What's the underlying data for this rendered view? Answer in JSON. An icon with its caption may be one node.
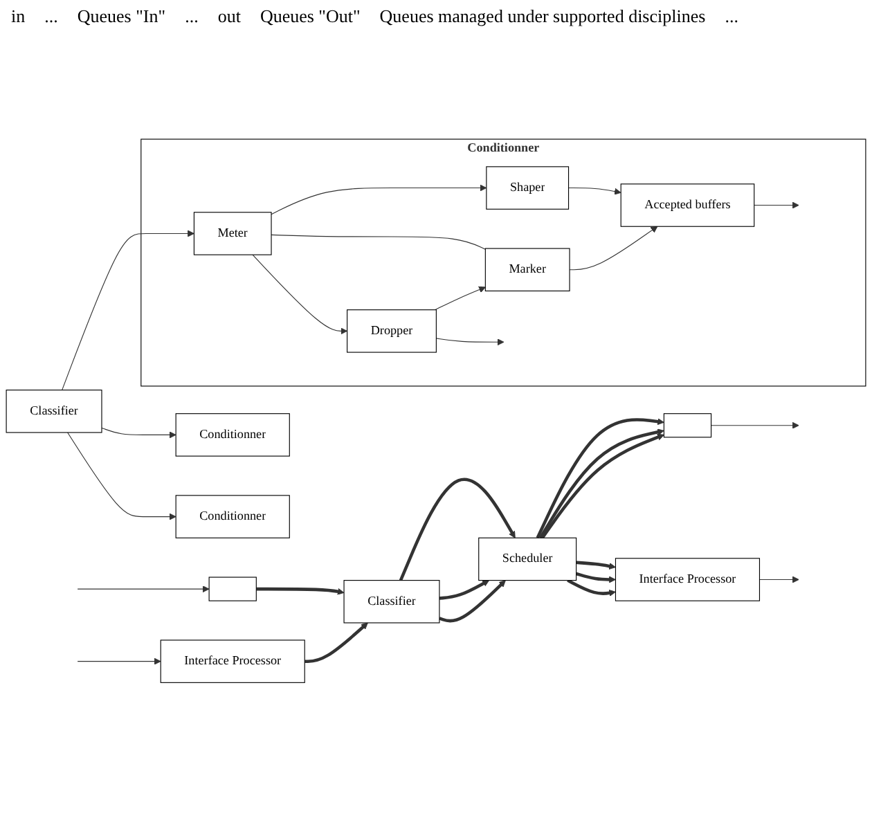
{
  "diagram": {
    "nodes": [
      {
        "text": [],
        "shape": "box"
      },
      {
        "text": [
          "Interface Processor"
        ]
      },
      {
        "text": [
          "Classifier"
        ]
      },
      {
        "text": [
          "Scheduler"
        ]
      },
      {
        "text": [],
        "shape": "box"
      },
      {
        "text": [
          "Interface Processor"
        ]
      },
      {
        "text": [
          "Classifier"
        ]
      },
      {
        "text": [
          "Conditionner"
        ]
      },
      {
        "text": [
          "Conditionner"
        ]
      },
      {
        "text": [
          "Meter"
        ],
        "in": 8
      },
      {
        "text": [
          "Shaper"
        ],
        "in": 8
      },
      {
        "text": [
          "Marker"
        ],
        "in": 8
      },
      {
        "text": [
          "Dropper"
        ],
        "in": 8
      },
      {
        "text": [
          "Accepted buffers"
        ],
        "in": 8
      },
      {
        "text": [
          "Conditionner"
        ]
      }
    ],
    "edges": [
      {
        "from": null,
        "to": 0,
        "arrow": "to"
      },
      {
        "from": null,
        "to": 1,
        "arrow": "to"
      },
      {
        "from": 0,
        "to": 2,
        "arrow": "to",
        "style": "thick"
      },
      {
        "from": 1,
        "to": 2,
        "arrow": "to",
        "style": "thick"
      },
      {
        "from": 2,
        "to": 3,
        "arrow": "to",
        "style": "thick"
      },
      {
        "from": 2,
        "to": 3,
        "arrow": "to",
        "style": "thick"
      },
      {
        "from": 2,
        "to": 3,
        "arrow": "to",
        "style": "thick"
      },
      {
        "from": 3,
        "to": 4,
        "arrow": "to",
        "style": "thick"
      },
      {
        "from": 3,
        "to": 4,
        "arrow": "to",
        "style": "thick"
      },
      {
        "from": 3,
        "to": 4,
        "arrow": "to",
        "style": "thick"
      },
      {
        "from": 3,
        "to": 5,
        "arrow": "to",
        "style": "thick"
      },
      {
        "from": 3,
        "to": 5,
        "arrow": "to",
        "style": "thick"
      },
      {
        "from": 3,
        "to": 5,
        "arrow": "to",
        "style": "thick"
      },
      {
        "from": 4,
        "to": null,
        "arrow": "to"
      },
      {
        "from": 5,
        "to": null,
        "arrow": "to"
      },
      {
        "from": 6,
        "to": 7,
        "arrow": "to"
      },
      {
        "from": 6,
        "to": 9,
        "arrow": "to"
      },
      {
        "from": 6,
        "to": 14,
        "arrow": "to"
      },
      {
        "from": 9,
        "to": 10,
        "arrow": "to"
      },
      {
        "from": 9,
        "to": 11,
        "arrow": "none"
      },
      {
        "from": 9,
        "to": 12,
        "arrow": "to"
      },
      {
        "from": 10,
        "to": 13,
        "arrow": "to"
      },
      {
        "from": 11,
        "to": 13,
        "arrow": "to"
      },
      {
        "from": 12,
        "to": 11,
        "arrow": "to"
      },
      {
        "from": 12,
        "to": null,
        "arrow": "to"
      },
      {
        "from": 13,
        "to": null,
        "arrow": "to"
      }
    ],
    "labels": [
      "in",
      "...",
      "Queues \"In\"",
      "...",
      "out",
      "Queues \"Out\"",
      "Queues managed under supported disciplines",
      "..."
    ]
  }
}
